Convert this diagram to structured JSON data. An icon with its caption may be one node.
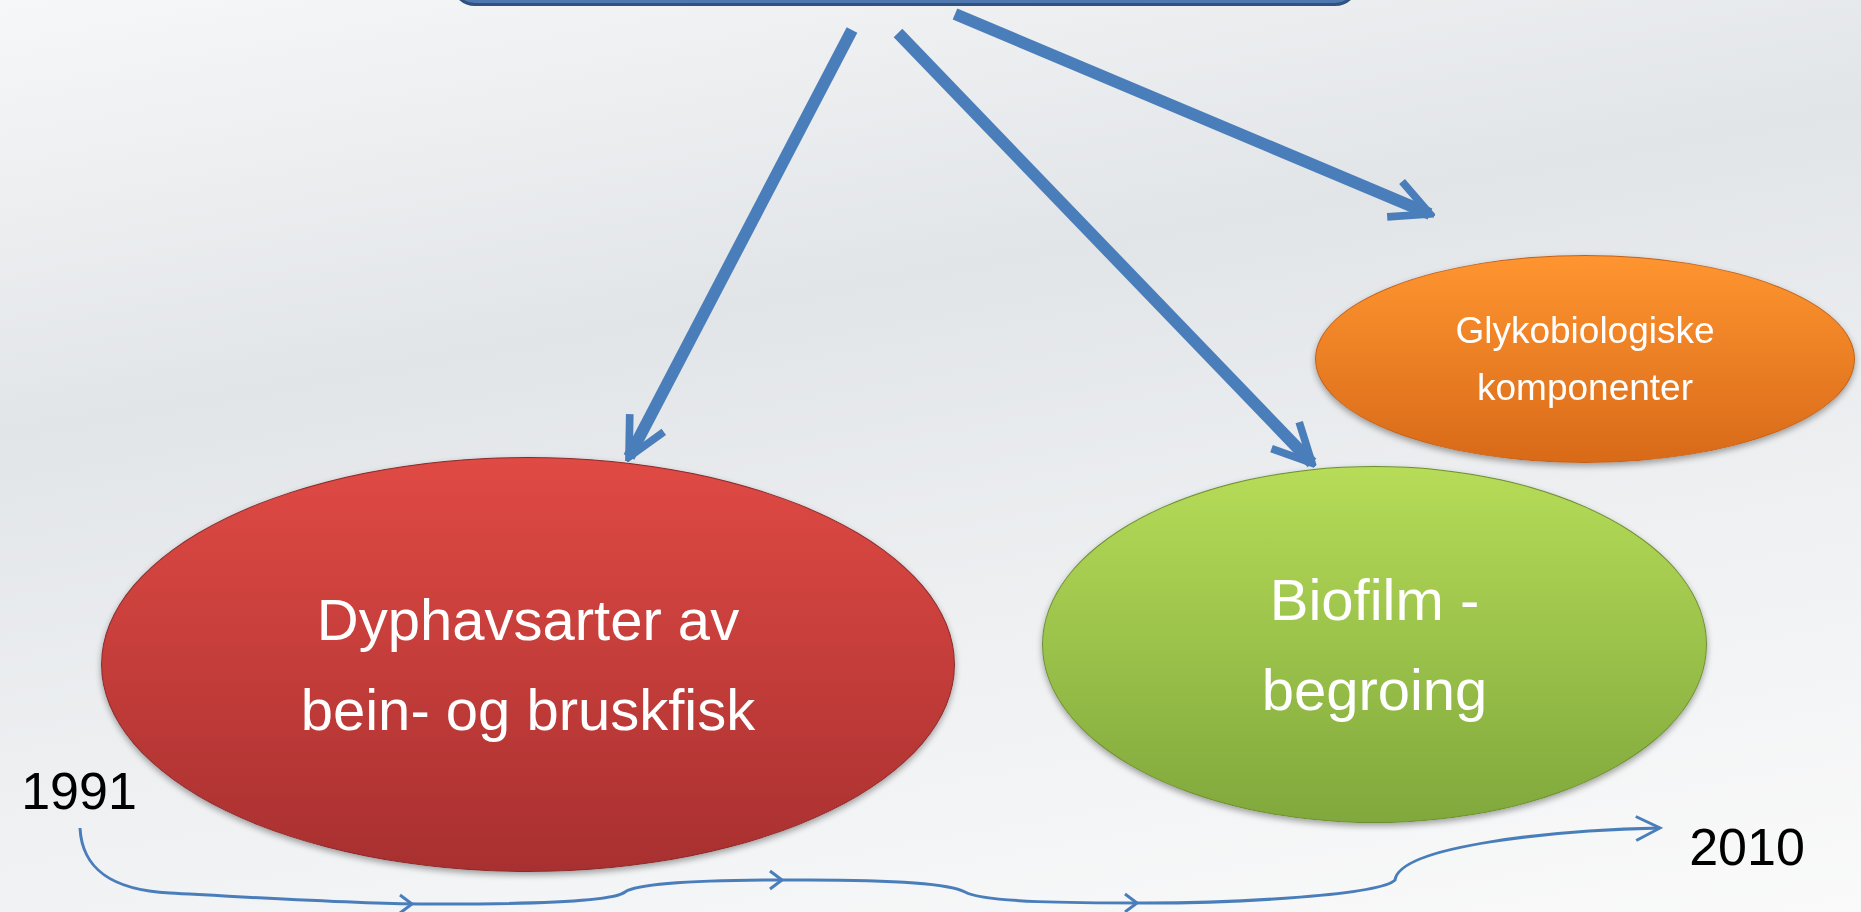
{
  "diagram": {
    "nodes": [
      {
        "text": [],
        "shape": "box"
      },
      {
        "text": [
          "Dyphavsarter av bein- og bruskfisk"
        ]
      },
      {
        "text": [
          "Biofilm - begroing"
        ]
      },
      {
        "text": [
          "Glykobiologiske komponenter"
        ]
      },
      {
        "text": [
          "1991"
        ]
      },
      {
        "text": [
          "2010"
        ]
      }
    ],
    "edges": [
      {
        "from": 0,
        "to": 1,
        "arrow": "to"
      },
      {
        "from": 0,
        "to": 2,
        "arrow": "to"
      },
      {
        "from": 0,
        "to": 3,
        "arrow": "to"
      },
      {
        "from": 4,
        "to": 5,
        "arrow": "to"
      }
    ]
  }
}
